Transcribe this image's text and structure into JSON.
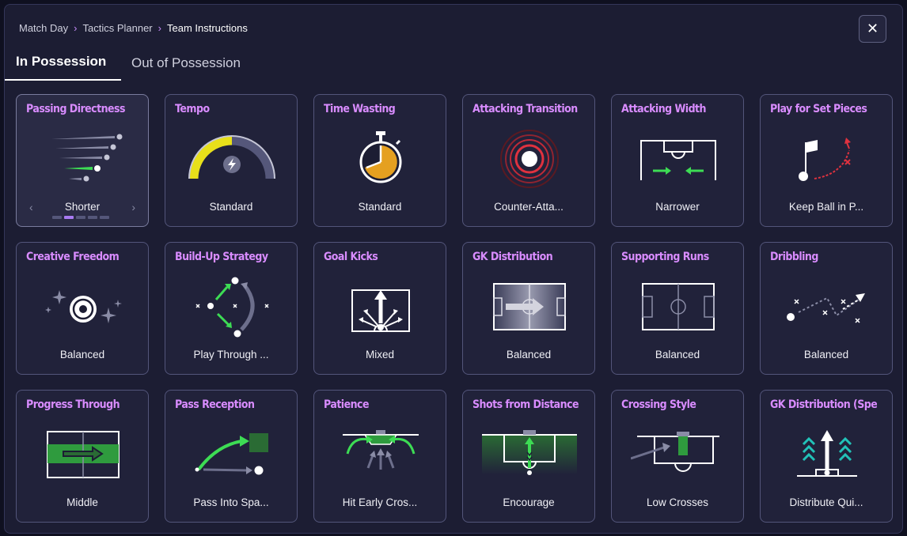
{
  "breadcrumb": {
    "items": [
      "Match Day",
      "Tactics Planner",
      "Team Instructions"
    ]
  },
  "close_label": "✕",
  "tabs": {
    "active": "In Possession",
    "inactive": "Out of Possession"
  },
  "carousel": {
    "left": "‹",
    "right": "›"
  },
  "cards": [
    {
      "title": "Passing Directness",
      "value": "Shorter"
    },
    {
      "title": "Tempo",
      "value": "Standard"
    },
    {
      "title": "Time Wasting",
      "value": "Standard"
    },
    {
      "title": "Attacking Transition",
      "value": "Counter-Atta..."
    },
    {
      "title": "Attacking Width",
      "value": "Narrower"
    },
    {
      "title": "Play for Set Pieces",
      "value": "Keep Ball in P..."
    },
    {
      "title": "Creative Freedom",
      "value": "Balanced"
    },
    {
      "title": "Build-Up Strategy",
      "value": "Play Through ..."
    },
    {
      "title": "Goal Kicks",
      "value": "Mixed"
    },
    {
      "title": "GK Distribution",
      "value": "Balanced"
    },
    {
      "title": "Supporting Runs",
      "value": "Balanced"
    },
    {
      "title": "Dribbling",
      "value": "Balanced"
    },
    {
      "title": "Progress Through",
      "value": "Middle"
    },
    {
      "title": "Pass Reception",
      "value": "Pass Into Spa..."
    },
    {
      "title": "Patience",
      "value": "Hit Early Cros..."
    },
    {
      "title": "Shots from Distance",
      "value": "Encourage"
    },
    {
      "title": "Crossing Style",
      "value": "Low Crosses"
    },
    {
      "title": "GK Distribution (Speed",
      "value": "Distribute Qui..."
    }
  ],
  "colors": {
    "accent_title": "#d98cff",
    "accent_green": "#3ddc54",
    "accent_yellow": "#e8e01a",
    "accent_red": "#e0323f",
    "selected_dot": "#a87bf2"
  }
}
